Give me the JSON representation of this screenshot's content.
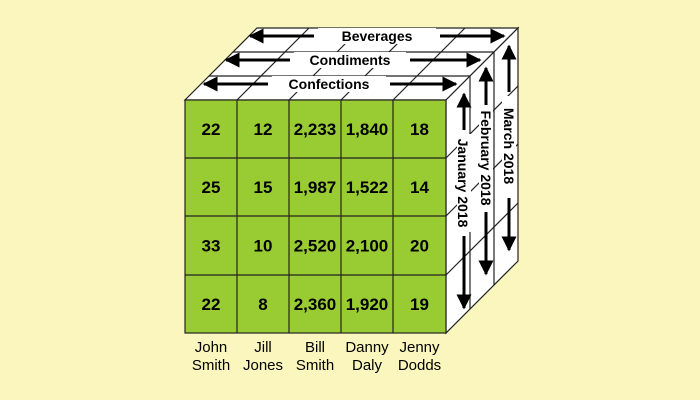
{
  "top_labels": [
    "Beverages",
    "Condiments",
    "Confections"
  ],
  "side_labels": [
    "March 2018",
    "February 2018",
    "January 2018"
  ],
  "columns": [
    {
      "first": "John",
      "last": "Smith"
    },
    {
      "first": "Jill",
      "last": "Jones"
    },
    {
      "first": "Bill",
      "last": "Smith"
    },
    {
      "first": "Danny",
      "last": "Daly"
    },
    {
      "first": "Jenny",
      "last": "Dodds"
    }
  ],
  "rows": [
    [
      "22",
      "12",
      "2,233",
      "1,840",
      "18"
    ],
    [
      "25",
      "15",
      "1,987",
      "1,522",
      "14"
    ],
    [
      "33",
      "10",
      "2,520",
      "2,100",
      "20"
    ],
    [
      "22",
      "8",
      "2,360",
      "1,920",
      "19"
    ]
  ],
  "colors": {
    "background": "#faf6bd",
    "front_face": "#99cc33",
    "top_face": "#ffffff",
    "side_face": "#ffffff",
    "grid_line": "#222222"
  }
}
